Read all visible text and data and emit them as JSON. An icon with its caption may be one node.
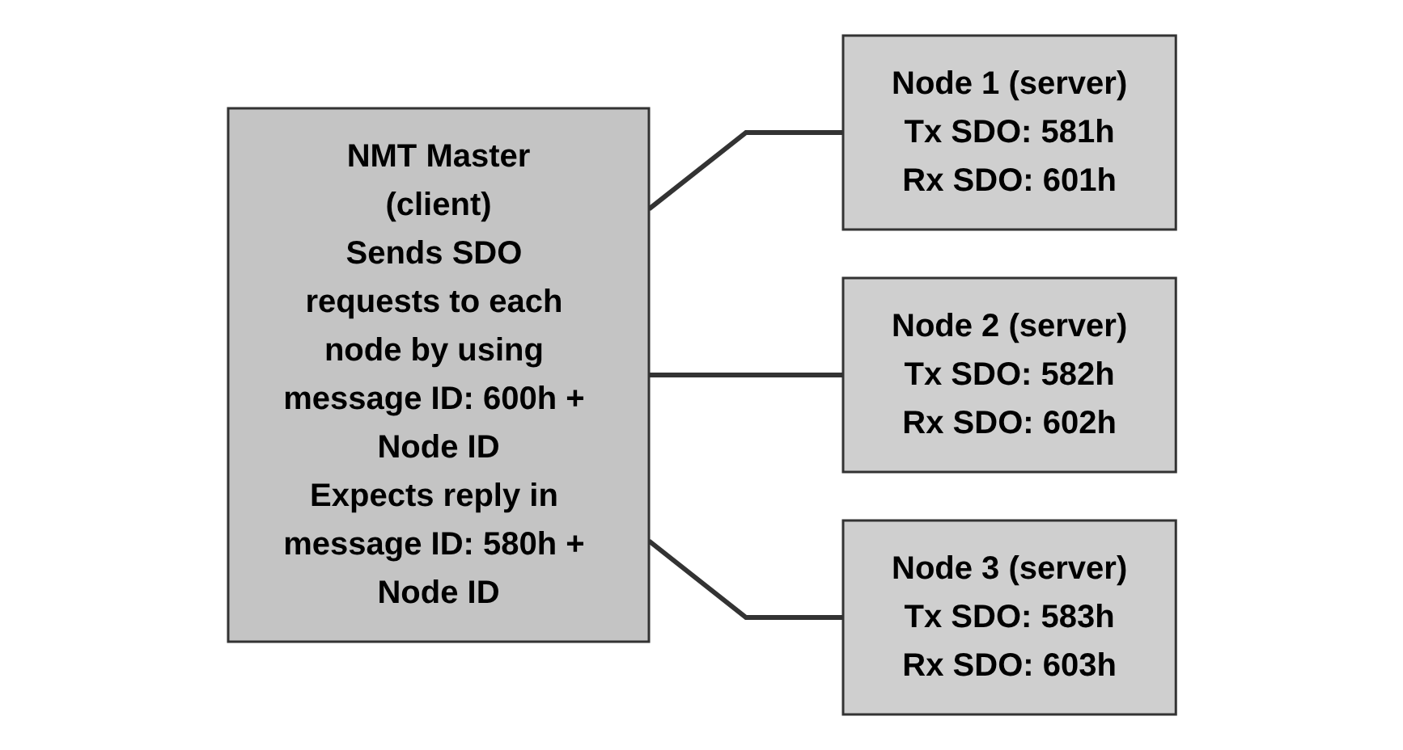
{
  "diagram": {
    "nodes": [
      {
        "text": [
          "NMT Master",
          "(client)",
          "Sends SDO requests to each node by using message ID: 600h + Node ID",
          "Expects reply in message ID: 580h + Node ID"
        ]
      },
      {
        "text": [
          "Node 1 (server)",
          "Tx SDO: 581h",
          "Rx SDO: 601h"
        ]
      },
      {
        "text": [
          "Node 2 (server)",
          "Tx SDO: 582h",
          "Rx SDO: 602h"
        ]
      },
      {
        "text": [
          "Node 3 (server)",
          "Tx SDO: 583h",
          "Rx SDO: 603h"
        ]
      }
    ],
    "edges": [
      {
        "from": 0,
        "to": 1,
        "arrow": "none"
      },
      {
        "from": 0,
        "to": 2,
        "arrow": "none"
      },
      {
        "from": 0,
        "to": 3,
        "arrow": "none"
      }
    ]
  }
}
